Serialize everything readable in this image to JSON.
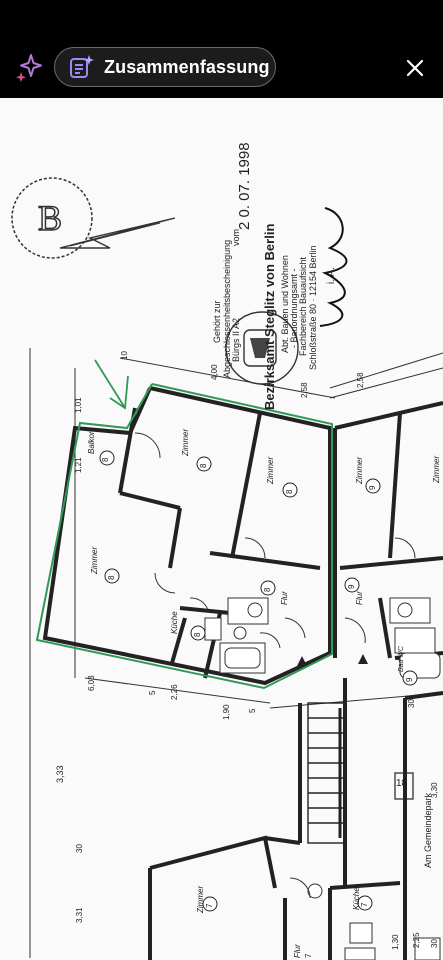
{
  "toolbar": {
    "summary_label": "Zusammenfassung",
    "ai_icon": "sparkle-icon",
    "summary_icon": "summary-doc-sparkle-icon",
    "close_icon": "close-icon"
  },
  "document": {
    "stamp": {
      "line1": "Gehört zur",
      "line2": "Abgeschlossenheitsbescheinigung",
      "line3_prefix": "vom",
      "line3_date": "2 0. 07. 1998",
      "ref": "Bürgs II A2",
      "office": "Bezirksamt Steglitz von Berlin",
      "dept1": "Abt. Bauen und Wohnen",
      "dept2": "- Bauordnungsamt -",
      "dept3": "Fachbereich Bauaufsicht",
      "address": "Schloßstraße 80 · 12154 Berlin",
      "initials": "i. A."
    },
    "rooms": [
      {
        "label": "Balkon",
        "number": "8"
      },
      {
        "label": "Zimmer",
        "number": "8"
      },
      {
        "label": "Zimmer",
        "number": "8"
      },
      {
        "label": "Zimmer",
        "number": "8"
      },
      {
        "label": "Küche",
        "number": "8"
      },
      {
        "label": "Flur",
        "number": "8"
      },
      {
        "label": "Zimmer",
        "number": "9"
      },
      {
        "label": "Zimmer",
        "number": "9"
      },
      {
        "label": "Flur",
        "number": "9"
      },
      {
        "label": "Bad WC",
        "number": "9"
      },
      {
        "label": "Zimmer",
        "number": "7"
      },
      {
        "label": "Küche",
        "number": "7"
      },
      {
        "label": "Flur",
        "number": "7"
      }
    ],
    "stair_number": "18",
    "street_label": "Am Gemeindepark",
    "dimensions": [
      "10",
      "4,00",
      "2,58",
      "2,58",
      "1,01",
      "1,21",
      "6,03",
      "5",
      "2,26",
      "1,90",
      "5",
      "30",
      "3,33",
      "30",
      "3,31",
      "1,30",
      "3,30",
      "2,25",
      "30"
    ]
  },
  "colors": {
    "accent_green": "#2e9a55",
    "pill_border": "#6b6b6b",
    "sparkle_pink": "#e24a8d",
    "sparkle_purple": "#8a6cf0"
  }
}
